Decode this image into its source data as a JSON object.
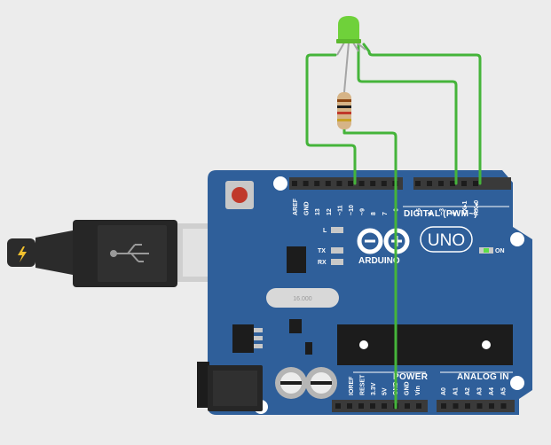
{
  "board": {
    "brand": "ARDUINO",
    "model": "UNO",
    "on_label": "ON",
    "l_label": "L",
    "tx_label": "TX",
    "rx_label": "RX",
    "crystal_label": "16.000",
    "digital_label": "DIGITAL (PWM~)",
    "power_label": "POWER",
    "analog_label": "ANALOG IN",
    "digital_pins": [
      "AREF",
      "GND",
      "13",
      "12",
      "~11",
      "~10",
      "~9",
      "8",
      "7",
      "~6",
      "~5",
      "4",
      "~3",
      "2",
      "TX▸1",
      "RX◂0"
    ],
    "power_pins": [
      "IOREF",
      "RESET",
      "3.3V",
      "5V",
      "GND",
      "GND",
      "Vin"
    ],
    "analog_pins": [
      "A0",
      "A1",
      "A2",
      "A3",
      "A4",
      "A5"
    ]
  },
  "components": {
    "led_color": "#6fd13a",
    "resistor": "resistor-icon",
    "usb_cable": "usb-icon",
    "power_jack": "dc-jack-icon"
  },
  "colors": {
    "board": "#2f5f9a",
    "wire": "#45b43a",
    "header": "#3a3a3a",
    "cable": "#2a2a2a"
  }
}
